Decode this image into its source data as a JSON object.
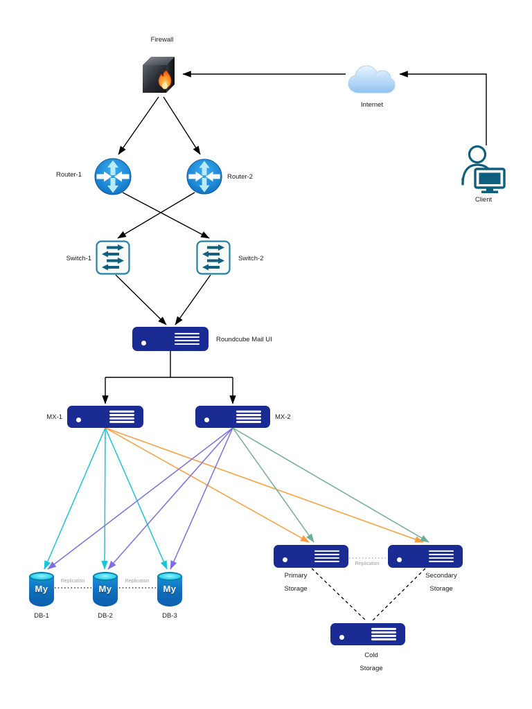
{
  "diagram": {
    "nodes": {
      "firewall": "Firewall",
      "internet": "Internet",
      "client": "Client",
      "router1": "Router-1",
      "router2": "Router-2",
      "switch1": "Switch-1",
      "switch2": "Switch-2",
      "roundcube": "Roundcube Mail UI",
      "mx1": "MX-1",
      "mx2": "MX-2",
      "db1": "DB-1",
      "db2": "DB-2",
      "db3": "DB-3",
      "mysql_badge": "My",
      "primary_storage": {
        "line1": "Primary",
        "line2": "Storage"
      },
      "secondary_storage": {
        "line1": "Secondary",
        "line2": "Storage"
      },
      "cold_storage": {
        "line1": "Cold",
        "line2": "Storage"
      }
    },
    "edge_labels": {
      "replication_db1_db2": "Replication",
      "replication_db2_db3": "Replication",
      "replication_primary_secondary": "Replication"
    },
    "colors": {
      "edge_black": "#000000",
      "mx1_to_db": "#18c4d6",
      "mx1_to_storage": "#ff9c3a",
      "mx2_to_db": "#7b6ee6",
      "mx2_to_storage": "#6fae93",
      "replication_edge": "#9e9e9e",
      "replication_text": "#9e9e9e",
      "server_fill": "#1b2b94",
      "router_fill": "#1b86d3",
      "switch_border": "#2380a4",
      "switch_arrow": "#11607f",
      "client_icon": "#0e5e7e",
      "mysql_top": "#27cdec",
      "mysql_body": "#0f6cb8",
      "cloud_fill": "#9cc8f2"
    },
    "edges": [
      {
        "from": "Client",
        "to": "Internet",
        "style": "solid-arrow",
        "color": "black"
      },
      {
        "from": "Internet",
        "to": "Firewall",
        "style": "solid-arrow",
        "color": "black"
      },
      {
        "from": "Firewall",
        "to": "Router-1",
        "style": "solid-arrow",
        "color": "black"
      },
      {
        "from": "Firewall",
        "to": "Router-2",
        "style": "solid-arrow",
        "color": "black"
      },
      {
        "from": "Router-1",
        "to": "Switch-2",
        "style": "solid-arrow",
        "color": "black"
      },
      {
        "from": "Router-2",
        "to": "Switch-1",
        "style": "solid-arrow",
        "color": "black"
      },
      {
        "from": "Switch-1",
        "to": "Roundcube Mail UI",
        "style": "solid-arrow",
        "color": "black"
      },
      {
        "from": "Switch-2",
        "to": "Roundcube Mail UI",
        "style": "solid-arrow",
        "color": "black"
      },
      {
        "from": "Roundcube Mail UI",
        "to": "MX-1",
        "style": "orthogonal-arrow",
        "color": "black"
      },
      {
        "from": "Roundcube Mail UI",
        "to": "MX-2",
        "style": "orthogonal-arrow",
        "color": "black"
      },
      {
        "from": "MX-1",
        "to": "DB-1",
        "style": "solid-arrow",
        "color": "cyan"
      },
      {
        "from": "MX-1",
        "to": "DB-2",
        "style": "solid-arrow",
        "color": "cyan"
      },
      {
        "from": "MX-1",
        "to": "DB-3",
        "style": "solid-arrow",
        "color": "cyan"
      },
      {
        "from": "MX-1",
        "to": "Primary Storage",
        "style": "solid-arrow",
        "color": "orange"
      },
      {
        "from": "MX-1",
        "to": "Secondary Storage",
        "style": "solid-arrow",
        "color": "orange"
      },
      {
        "from": "MX-2",
        "to": "DB-1",
        "style": "solid-arrow",
        "color": "purple"
      },
      {
        "from": "MX-2",
        "to": "DB-2",
        "style": "solid-arrow",
        "color": "purple"
      },
      {
        "from": "MX-2",
        "to": "DB-3",
        "style": "solid-arrow",
        "color": "purple"
      },
      {
        "from": "MX-2",
        "to": "Primary Storage",
        "style": "solid-arrow",
        "color": "green"
      },
      {
        "from": "MX-2",
        "to": "Secondary Storage",
        "style": "solid-arrow",
        "color": "green"
      },
      {
        "from": "DB-1",
        "to": "DB-2",
        "style": "dotted",
        "label": "Replication"
      },
      {
        "from": "DB-2",
        "to": "DB-3",
        "style": "dotted",
        "label": "Replication"
      },
      {
        "from": "Primary Storage",
        "to": "Secondary Storage",
        "style": "dotted",
        "label": "Replication"
      },
      {
        "from": "Primary Storage",
        "to": "Cold Storage",
        "style": "dashed"
      },
      {
        "from": "Secondary Storage",
        "to": "Cold Storage",
        "style": "dashed"
      }
    ]
  }
}
